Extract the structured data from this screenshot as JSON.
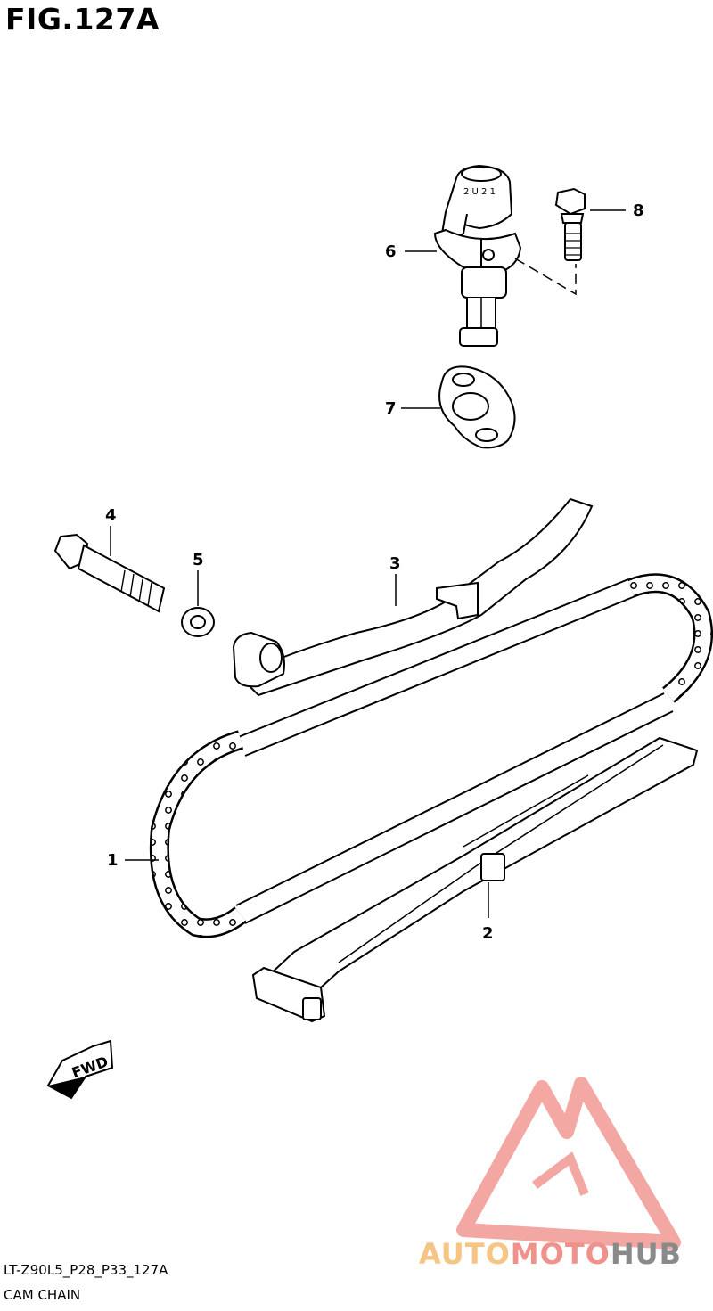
{
  "figure": {
    "title": "FIG.127A",
    "code": "LT-Z90L5_P28_P33_127A",
    "name": "CAM CHAIN"
  },
  "callouts": [
    "1",
    "2",
    "3",
    "4",
    "5",
    "6",
    "7",
    "8"
  ],
  "fwd_label": "FWD",
  "watermark": {
    "part1": "AUTO",
    "part2": "MOTO",
    "part3": "HUB",
    "colors": {
      "auto": "#f6c483",
      "moto": "#f0928c",
      "hub": "#8a8a8a"
    }
  }
}
